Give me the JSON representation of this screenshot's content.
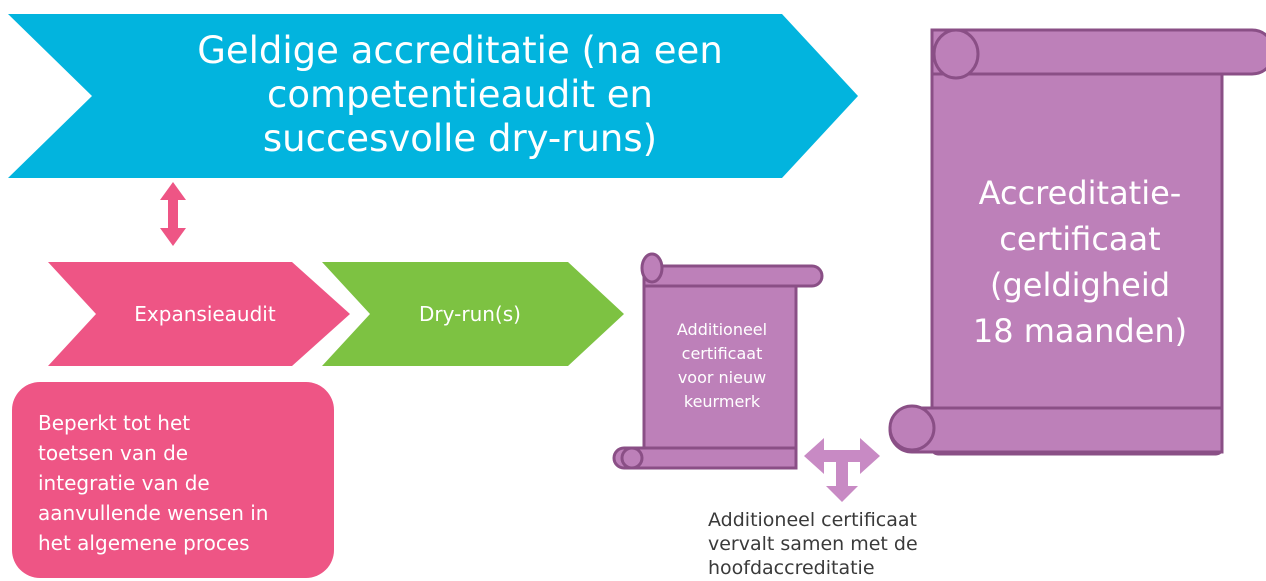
{
  "colors": {
    "banner": "#02b4de",
    "pink": "#ee5585",
    "green": "#7dc242",
    "scroll_fill": "#bd80b9",
    "scroll_stroke": "#8a4f86",
    "connector": "#c88ac4"
  },
  "banner": {
    "line1": "Geldige accreditatie (na een",
    "line2": "competentieaudit en",
    "line3": "succesvolle dry-runs)"
  },
  "steps": {
    "expansie": "Expansieaudit",
    "dryrun": "Dry-run(s)"
  },
  "note": {
    "line1": "Beperkt tot het",
    "line2": "toetsen van de",
    "line3": "integratie van de",
    "line4": "aanvullende wensen in",
    "line5": "het algemene proces"
  },
  "small_certificate": {
    "line1": "Additioneel",
    "line2": "certificaat",
    "line3": "voor nieuw",
    "line4": "keurmerk"
  },
  "big_certificate": {
    "line1": "Accreditatie-",
    "line2": "certificaat",
    "line3": "(geldigheid",
    "line4": "18 maanden)"
  },
  "caption": {
    "line1": "Additioneel certificaat",
    "line2": "vervalt samen met de",
    "line3": "hoofdaccreditatie"
  }
}
